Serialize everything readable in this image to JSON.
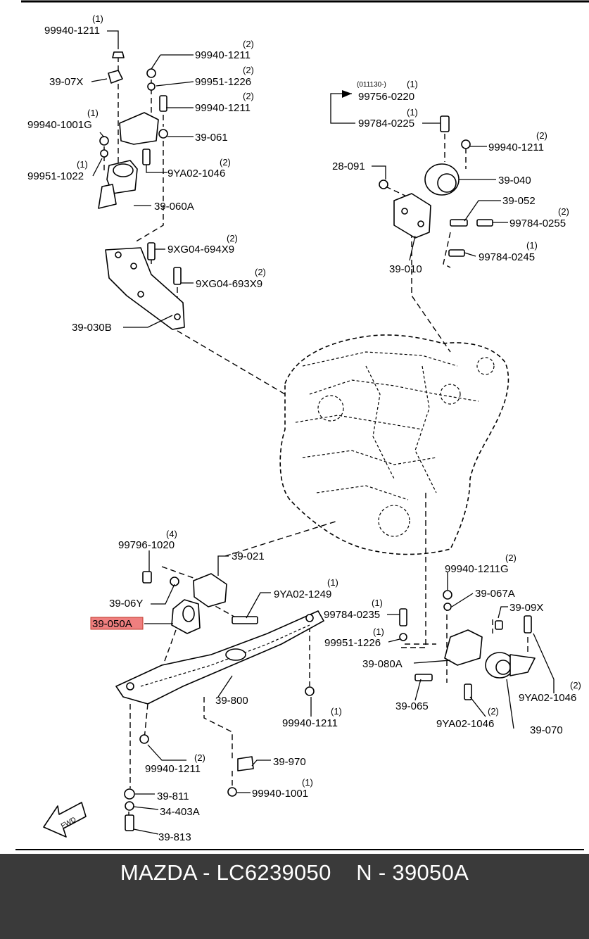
{
  "diagram": {
    "labels": {
      "l1": "99940-1211",
      "q1": "(1)",
      "l2": "99940-1211",
      "q2": "(2)",
      "l3": "39-07X",
      "l4": "99951-1226",
      "q4": "(2)",
      "l5": "99940-1211",
      "q5": "(2)",
      "l6": "99940-1001G",
      "q6": "(1)",
      "l7": "39-061",
      "l8": "99951-1022",
      "q8": "(1)",
      "l9": "9YA02-1046",
      "q9": "(2)",
      "l10": "39-060A",
      "l11": "9XG04-694X9",
      "q11": "(2)",
      "l12": "9XG04-693X9",
      "q12": "(2)",
      "l13": "39-030B",
      "l14_date": "(011130-)",
      "l14": "99756-0220",
      "q14": "(1)",
      "l15": "99784-0225",
      "q15": "(1)",
      "l16": "99940-1211",
      "q16": "(2)",
      "l17": "28-091",
      "l18": "39-040",
      "l19": "39-052",
      "l20": "99784-0255",
      "q20": "(2)",
      "l21": "99784-0245",
      "q21": "(1)",
      "l22": "39-010",
      "l23": "99796-1020",
      "q23": "(4)",
      "l24": "39-021",
      "l25": "9YA02-1249",
      "q25": "(1)",
      "l26": "39-06Y",
      "l27": "39-050A",
      "l28": "99940-1211G",
      "q28": "(2)",
      "l29": "39-067A",
      "l30": "39-09X",
      "l31": "99784-0235",
      "q31": "(1)",
      "l32": "99951-1226",
      "q32": "(1)",
      "l33": "39-080A",
      "l34": "39-065",
      "l35": "9YA02-1046",
      "q35": "(2)",
      "l36": "9YA02-1046",
      "q36": "(2)",
      "l37": "39-070",
      "l38": "39-800",
      "l39": "99940-1211",
      "q39": "(1)",
      "l40": "99940-1211",
      "q40": "(2)",
      "l41": "39-970",
      "l42": "99940-1001",
      "q42": "(1)",
      "l43": "39-811",
      "l44": "34-403A",
      "l45": "39-813",
      "fwd": "FWD"
    },
    "highlight_color": "#ef7f7f"
  },
  "footer": {
    "title": "MAZDA - LC6239050    N - 39050A",
    "background": "#3a3a3a",
    "text_color": "#ffffff"
  }
}
